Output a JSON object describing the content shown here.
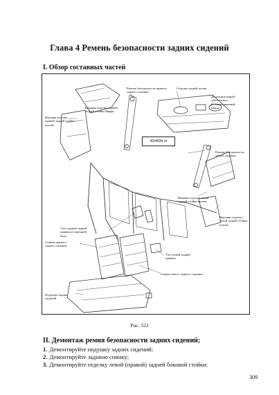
{
  "chapter_title": "Глава 4 Ремень безопасности задних сидений",
  "section1": {
    "number": "I.",
    "title": "Обзор составных частей"
  },
  "figure": {
    "torque_spec": "40±60N m",
    "labels": {
      "right_belt": "Ремень безопасности правого\nзаднего сиденья",
      "parcel_shelf": "Отделка задней полки",
      "stoplight": "Дополнительный\nстоп-сигнал,\nустанавливаемый\nсверху",
      "upper_right_trim": "Верхняя отделка\nправой задней стойки\nкузова",
      "lower_right_trim": "Нижняя отделка правой\nзадней стойки кузова",
      "left_belt": "Ремень безопасности\nлевого сиденья",
      "lower_left_trim": "Нижняя отделка левой\nзадней стойки кузова",
      "upper_left_trim": "Верхняя отделка\nлевой задней стойки\nкузова",
      "right_buckle": "Узел правой задней\nпряжки и пояснной\nблок",
      "right_backrest": "Спинка правого\nзаднего сиденья",
      "left_buckle": "Узел левой задней\nпряжки",
      "left_backrest": "Спинка левого заднего сиденья",
      "cushion": "Подушка задних\nсидений"
    },
    "caption": "Рис. 522"
  },
  "section2": {
    "number": "II.",
    "title": "Демонтаж ремня безопасности задних сидений;"
  },
  "steps": [
    {
      "num": "1.",
      "text": "Демонтируйте подушку задних сидений;"
    },
    {
      "num": "2.",
      "text": "Демонтируйте заднюю спинку;"
    },
    {
      "num": "3.",
      "text": "Демонтируйте отделку левой (правой) задней боковой стойки;"
    }
  ],
  "page_number": "309"
}
